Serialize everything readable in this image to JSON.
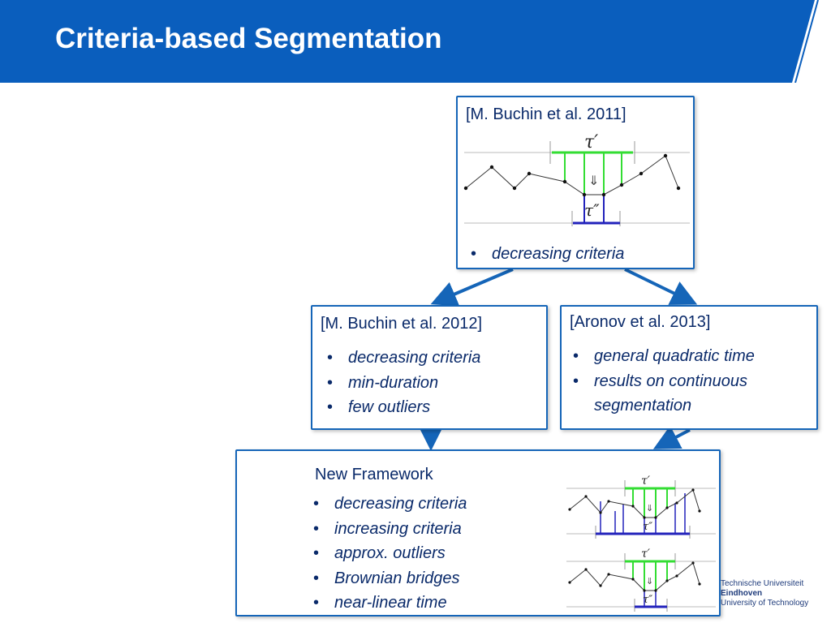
{
  "slide": {
    "title": "Criteria-based Segmentation"
  },
  "boxes": {
    "top": {
      "ref": "[M. Buchin et al. 2011]",
      "items": [
        "decreasing criteria"
      ]
    },
    "mid_left": {
      "ref": "[M. Buchin et al. 2012]",
      "items": [
        "decreasing criteria",
        "min-duration",
        "few outliers"
      ]
    },
    "mid_right": {
      "ref": "[Aronov et al. 2013]",
      "items": [
        "general quadratic time",
        "results on continuous",
        "segmentation"
      ]
    },
    "bottom": {
      "ref": "New Framework",
      "items": [
        "decreasing criteria",
        "increasing criteria",
        "approx. outliers",
        "Brownian bridges",
        "near-linear time"
      ]
    }
  },
  "diagram_labels": {
    "tau_prime": "τ′",
    "tau_double_prime": "τ″",
    "down_arrow": "⇓"
  },
  "logo": {
    "line1": "Technische Universiteit",
    "line2": "Eindhoven",
    "line3": "University of Technology"
  },
  "colors": {
    "banner": "#0a5ebd",
    "border": "#1565b8",
    "text": "#0a2a6a",
    "green": "#33dd33",
    "blue": "#2222bb"
  },
  "bullet": "•"
}
